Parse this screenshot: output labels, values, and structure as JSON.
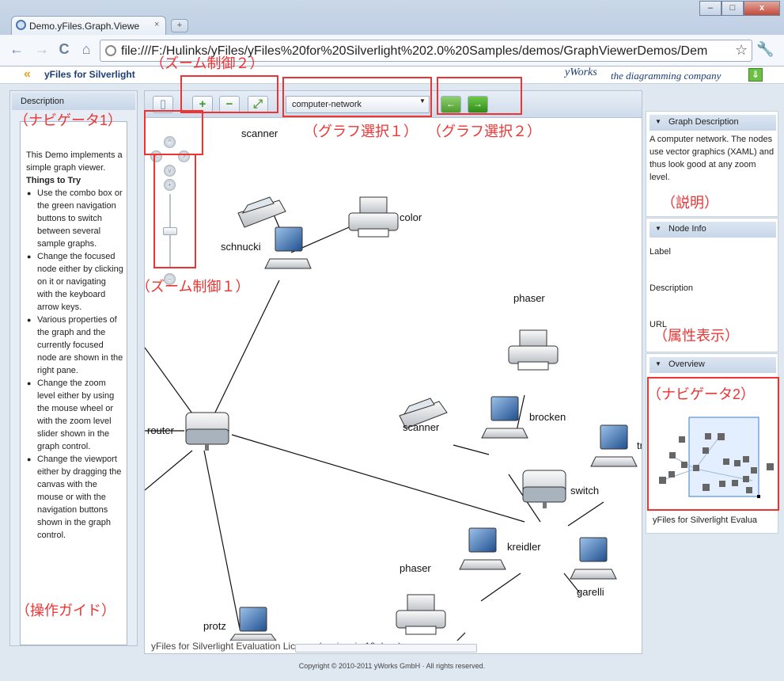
{
  "browser": {
    "tab_title": "Demo.yFiles.Graph.Viewe",
    "tab_close": "×",
    "new_tab": "+",
    "url": "file:///F:/Hulinks/yFiles/yFiles%20for%20Silverlight%202.0%20Samples/demos/GraphViewerDemos/Dem",
    "back": "←",
    "forward": "→",
    "reload": "C",
    "home": "⌂",
    "star": "☆",
    "wrench": "🔧",
    "minimize": "–",
    "maximize": "□",
    "close": "x"
  },
  "banner": {
    "brand": "yFiles for Silverlight",
    "company": "yWorks",
    "tagline": "the diagramming company"
  },
  "left_pane": {
    "title": "Description",
    "intro": "This Demo implements a simple graph viewer.",
    "things_heading": "Things to Try",
    "items": [
      "Use the combo box or the green navigation buttons to switch between several sample graphs.",
      "Change the focused node either by clicking on it or navigating with the keyboard arrow keys.",
      "Various properties of the graph and the currently focused node are shown in the right pane.",
      "Change the zoom level either by using the mouse wheel or with the zoom level slider shown in the graph control.",
      "Change the viewport either by dragging the canvas with the mouse or with the navigation buttons shown in the graph control."
    ]
  },
  "graph_toolbar": {
    "combo_value": "computer-network",
    "zoom_in": "+",
    "zoom_out": "−",
    "fit": "⤢",
    "prev": "←",
    "next": "→"
  },
  "graph": {
    "nodes": [
      {
        "label": "scanner",
        "type": "scanner"
      },
      {
        "label": "schnucki",
        "type": "computer"
      },
      {
        "label": "color",
        "type": "printer"
      },
      {
        "label": "router",
        "type": "hub"
      },
      {
        "label": "phaser",
        "type": "printer"
      },
      {
        "label": "scanner",
        "type": "scanner"
      },
      {
        "label": "brocken",
        "type": "computer"
      },
      {
        "label": "switch",
        "type": "hub"
      },
      {
        "label": "tr",
        "type": "computer"
      },
      {
        "label": "kreidler",
        "type": "computer"
      },
      {
        "label": "phaser",
        "type": "printer"
      },
      {
        "label": "garelli",
        "type": "computer"
      },
      {
        "label": "protz",
        "type": "computer"
      }
    ],
    "license": "yFiles for Silverlight Evaluation License (expires in 10 days)"
  },
  "right_pane": {
    "graph_description_title": "Graph Description",
    "graph_description": "A computer network. The nodes use vector graphics (XAML) and thus look good at any zoom level.",
    "node_info_title": "Node Info",
    "node_label": "Label",
    "node_description": "Description",
    "node_url": "URL",
    "overview_title": "Overview",
    "overview_caption": "yFiles for Silverlight Evalua"
  },
  "footer": "Copyright © 2010-2011 yWorks GmbH · All rights reserved.",
  "annotations": {
    "navigator1": "（ナビゲータ1）",
    "zoom2": "（ズーム制御２）",
    "graph_select1": "（グラフ選択１）",
    "graph_select2": "（グラフ選択２）",
    "zoom1": "（ズーム制御１）",
    "description": "（説明）",
    "properties": "（属性表示）",
    "navigator2": "（ナビゲータ2）",
    "guide": "（操作ガイド）"
  }
}
